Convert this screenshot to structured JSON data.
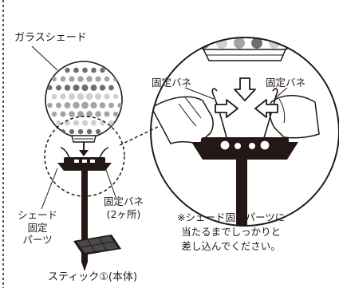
{
  "labels": {
    "glass_shade": "ガラスシェード",
    "fixing_spring_left": "固定バネ",
    "fixing_spring_right": "固定バネ",
    "fixing_spring_count_line1": "固定バネ",
    "fixing_spring_count_line2": "(2ヶ所)",
    "shade_fixing_parts_line1": "シェード",
    "shade_fixing_parts_line2": "固定",
    "shade_fixing_parts_line3": "パーツ",
    "stick_body": "スティック①(本体)"
  },
  "note": {
    "line1": "※シェード固定パーツに",
    "line2": "当たるまでしっかりと",
    "line3": "差し込んでください。"
  },
  "colors": {
    "ink": "#231815",
    "dot_dark": "#6e6e6e",
    "dot_mid": "#a3a3a3",
    "dot_light": "#cfcfcf",
    "background": "#ffffff"
  }
}
